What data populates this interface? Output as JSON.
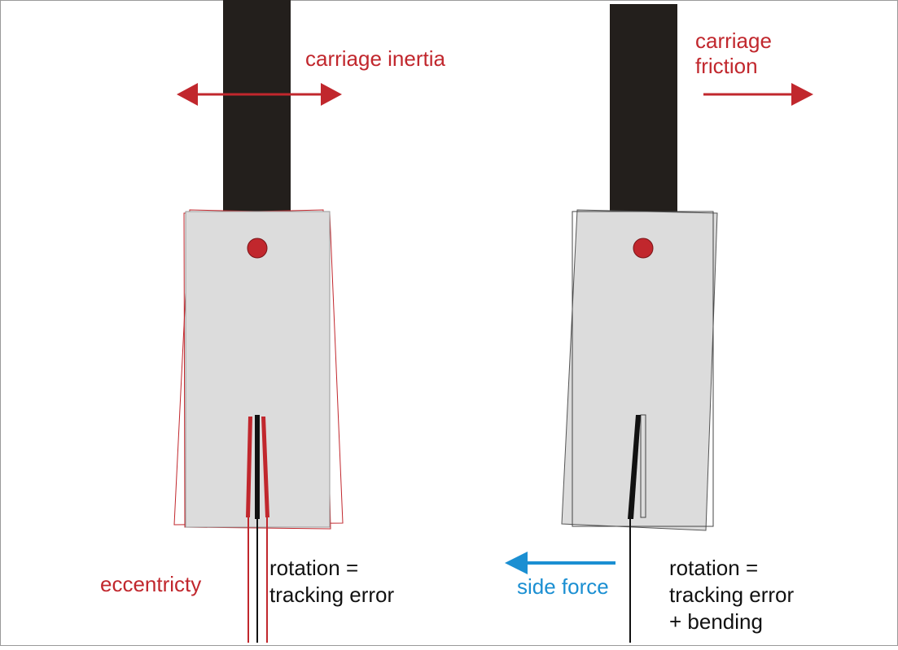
{
  "labels": {
    "carriage_inertia": "carriage inertia",
    "carriage_friction_line1": "carriage",
    "carriage_friction_line2": "friction",
    "eccentricity": "eccentricty",
    "left_rotation_line1": "rotation =",
    "left_rotation_line2": "tracking error",
    "side_force": "side force",
    "right_rotation_line1": "rotation =",
    "right_rotation_line2": "tracking error",
    "right_rotation_line3": "+ bending"
  },
  "colors": {
    "arm": "#231f1c",
    "headshell_fill": "#dcdcdc",
    "red": "#c1272d",
    "blue": "#1b8fd2",
    "frame": "#9a9a9a"
  }
}
